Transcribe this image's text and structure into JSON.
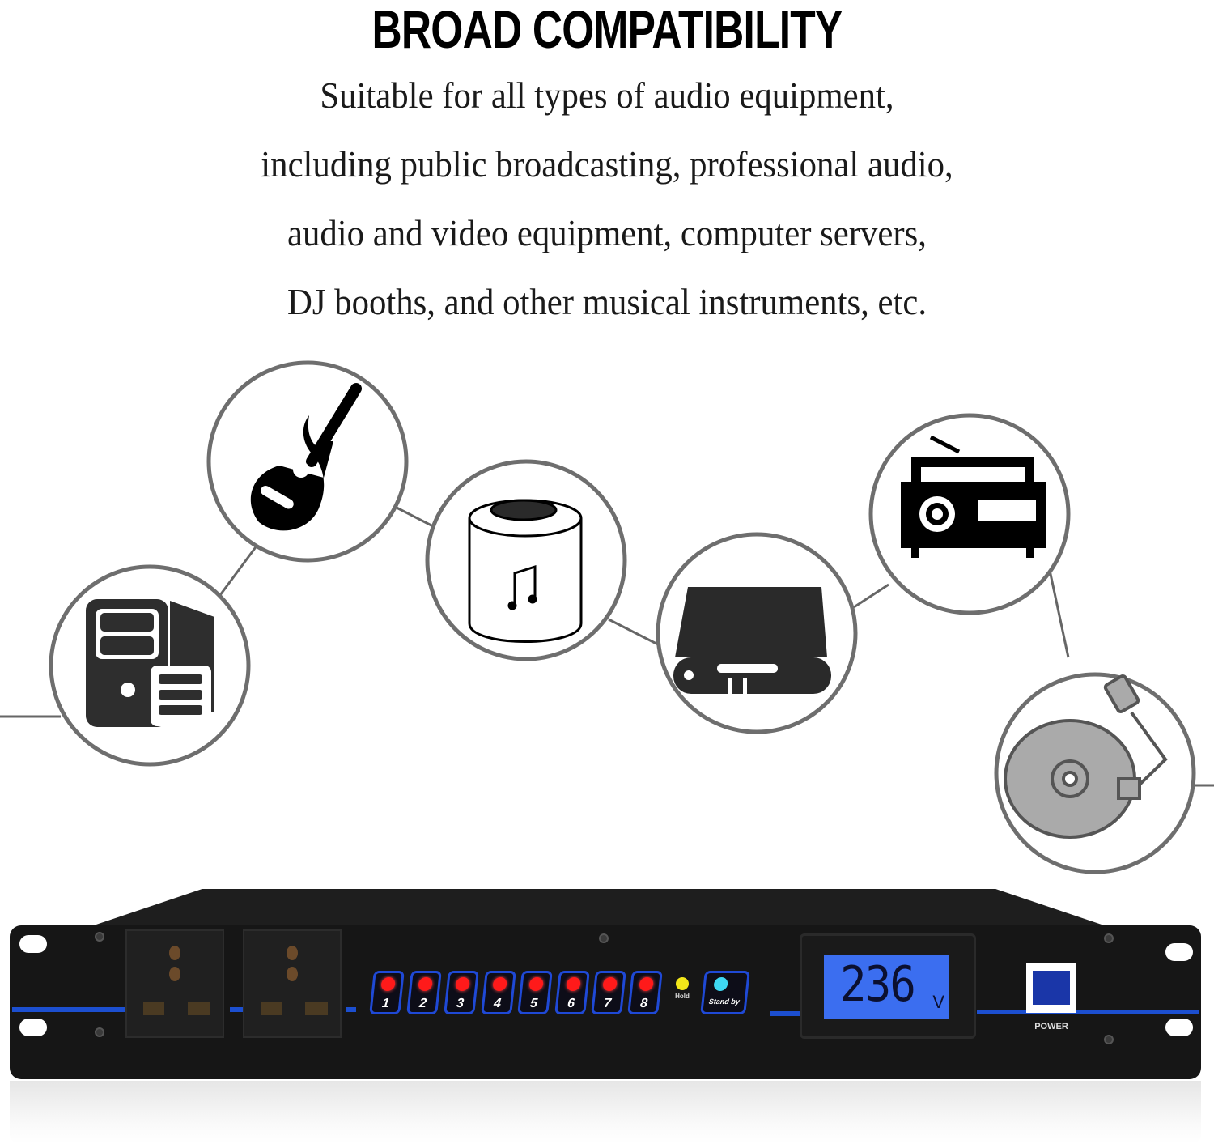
{
  "headline": "BROAD COMPATIBILITY",
  "description_lines": [
    "Suitable for all types of audio equipment,",
    "including public broadcasting, professional audio,",
    "audio and video equipment, computer servers,",
    "DJ booths, and other musical instruments, etc."
  ],
  "compatible_devices": [
    {
      "icon": "computer-server-icon",
      "label": "computer servers"
    },
    {
      "icon": "guitar-icon",
      "label": "musical instruments"
    },
    {
      "icon": "smart-speaker-icon",
      "label": "audio equipment"
    },
    {
      "icon": "hard-drive-icon",
      "label": "audio and video equipment"
    },
    {
      "icon": "radio-icon",
      "label": "public broadcasting"
    },
    {
      "icon": "turntable-icon",
      "label": "DJ booths"
    }
  ],
  "device": {
    "outlet_count": 2,
    "channels": [
      "1",
      "2",
      "3",
      "4",
      "5",
      "6",
      "7",
      "8"
    ],
    "channel_led_color": "#ff1a1a",
    "hold_label": "Hold",
    "standby_label": "Stand by",
    "voltage_value": "236",
    "voltage_unit": "V",
    "power_label": "POWER",
    "accent_color": "#1c4fd0",
    "lcd_color": "#3b6ef0"
  }
}
